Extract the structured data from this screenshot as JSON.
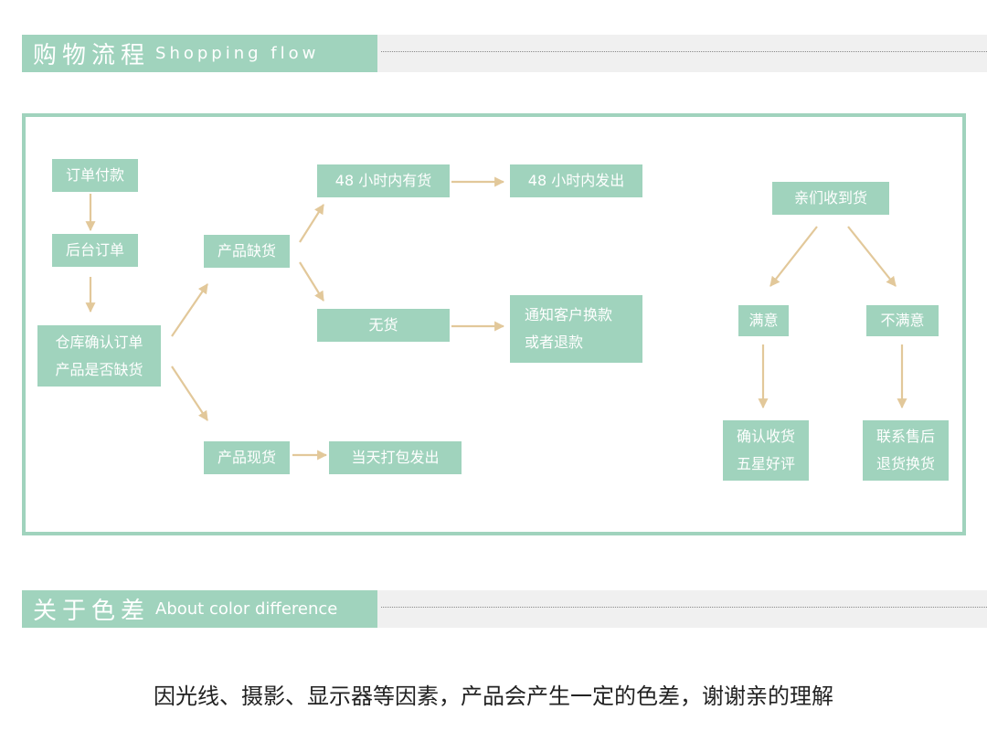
{
  "section1": {
    "title_cn": "购物流程",
    "title_en": "Shopping flow"
  },
  "section2": {
    "title_cn": "关于色差",
    "title_en": "About color difference"
  },
  "flow": {
    "order_pay": "订单付款",
    "backend_order": "后台订单",
    "warehouse_line1": "仓库确认订单",
    "warehouse_line2": "产品是否缺货",
    "out_of_stock": "产品缺货",
    "in_stock": "产品现货",
    "stock_48h": "48 小时内有货",
    "ship_48h": "48 小时内发出",
    "no_stock": "无货",
    "notify_line1": "通知客户换款",
    "notify_line2": "或者退款",
    "same_day_ship": "当天打包发出",
    "received": "亲们收到货",
    "satisfied": "满意",
    "unsatisfied": "不满意",
    "confirm_line1": "确认收货",
    "confirm_line2": "五星好评",
    "service_line1": "联系售后",
    "service_line2": "退货换货"
  },
  "note": "因光线、摄影、显示器等因素，产品会产生一定的色差，谢谢亲的理解",
  "colors": {
    "accent": "#a0d3bd",
    "arrow": "#e2c89a",
    "band": "#f0f0f0"
  }
}
